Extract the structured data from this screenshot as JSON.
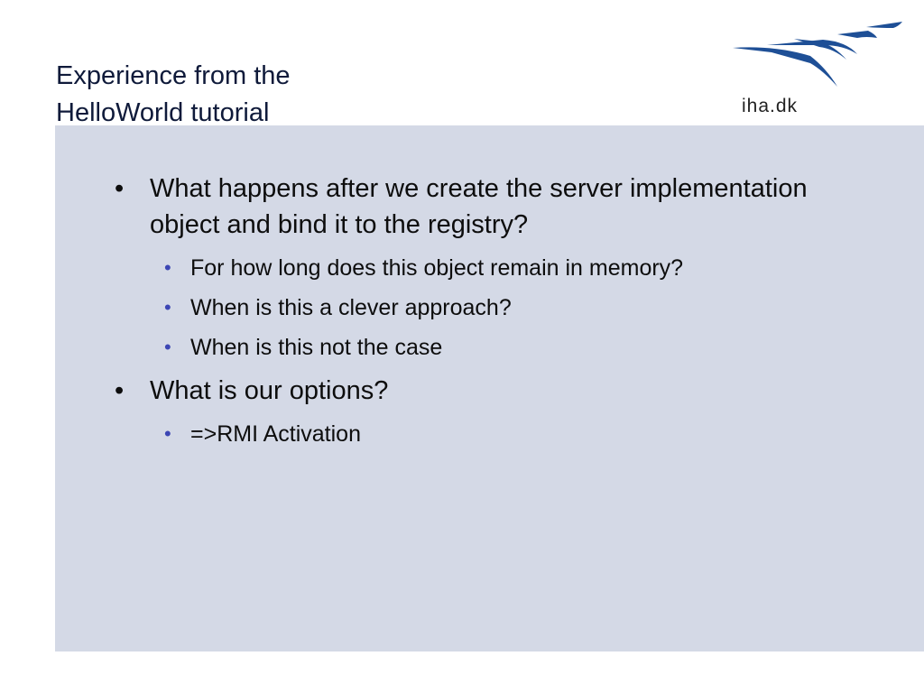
{
  "slide": {
    "title_lines": [
      "Experience from the",
      "HelloWorld tutorial"
    ],
    "logo_text": "iha.dk",
    "bullets": [
      {
        "text": "What happens after we create the server implementation object and bind it to the registry?",
        "sub": [
          "For how long does this object remain in memory?",
          "When is this a clever approach?",
          "When is this not the case"
        ]
      },
      {
        "text": "What is our options?",
        "sub": [
          "=>RMI Activation"
        ]
      }
    ]
  },
  "colors": {
    "panel": "#d4d9e6",
    "logo_blue": "#1e4f96",
    "sub_bullet": "#3c46b4"
  }
}
